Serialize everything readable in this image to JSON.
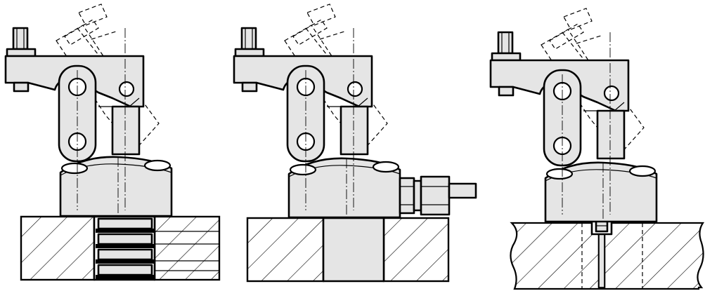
{
  "drawing": {
    "colors": {
      "line": "#000000",
      "part_fill": "#e5e5e5",
      "background": "#ffffff"
    },
    "views": [
      {
        "name": "view-left"
      },
      {
        "name": "view-center"
      },
      {
        "name": "view-right"
      }
    ]
  }
}
